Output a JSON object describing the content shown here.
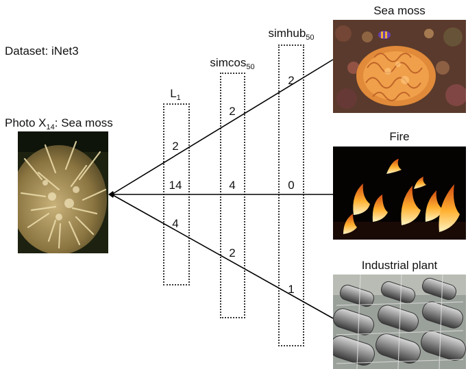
{
  "dataset_label": "Dataset: iNet3",
  "query": {
    "label_prefix": "Photo X",
    "label_sub": "14",
    "label_suffix": ": Sea moss",
    "photo_icon": "sea-moss-closeup-photo"
  },
  "columns": [
    {
      "id": "l1",
      "label_main": "L",
      "label_sub": "1",
      "values": [
        "2",
        "14",
        "4"
      ]
    },
    {
      "id": "simcos",
      "label_main": "simcos",
      "label_sub": "50",
      "values": [
        "2",
        "4",
        "2"
      ]
    },
    {
      "id": "simhub",
      "label_main": "simhub",
      "label_sub": "50",
      "values": [
        "2",
        "0",
        "1"
      ]
    }
  ],
  "targets": [
    {
      "id": "sea-moss",
      "label": "Sea moss",
      "photo_icon": "sea-moss-coral-photo"
    },
    {
      "id": "fire",
      "label": "Fire",
      "photo_icon": "fire-flames-photo"
    },
    {
      "id": "industrial-plant",
      "label": "Industrial plant",
      "photo_icon": "industrial-pipes-photo"
    }
  ],
  "colors": {
    "line": "#000000",
    "box_border": "#333333"
  }
}
